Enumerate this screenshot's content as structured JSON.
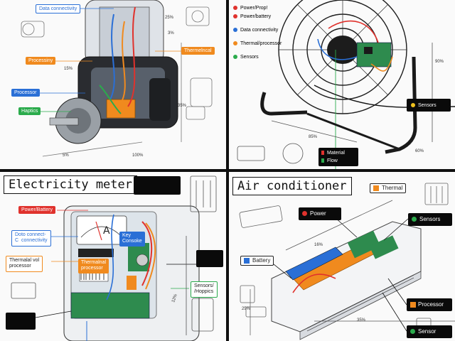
{
  "panel1": {
    "data_connectivity": "Data connectivity",
    "thermal": "Thermelncal",
    "processing": "Processiny",
    "processor": "Processor",
    "haptics": "Haptics",
    "dims": [
      "15%",
      "5%",
      "100%",
      "3%",
      "35%",
      "25%"
    ]
  },
  "panel2": {
    "legend": [
      {
        "label": "Power/Prop!",
        "color": "#e0322d"
      },
      {
        "label": "Power/battery",
        "color": "#e0322d"
      },
      {
        "label": "Data connectivity",
        "color": "#2a6fd6"
      },
      {
        "label": "Thermal/processor",
        "color": "#f08a1e"
      },
      {
        "label": "Sensors",
        "color": "#2bab4c"
      }
    ],
    "sensors": "Sensors",
    "material": "Material",
    "flow": "Flow",
    "dims": [
      "85%",
      "60%",
      "90%"
    ]
  },
  "panel3": {
    "title": "Electricity meter",
    "power_battery": "Power/Battery",
    "data_connect": "Doto connect-\nC  connectivity",
    "thermal_processor": "Thermalal vol\nprocessor",
    "key_console": "Key\nConsoke",
    "thermal_on_device": "Thermalnal\nprocessor",
    "sensors_hoppics": "Sensors/\n/Hoppics",
    "meter_glyph": "A",
    "dims": [
      "12%"
    ]
  },
  "panel4": {
    "title": "Air conditioner",
    "thermal": "Thermal",
    "power": "Power",
    "sensors": "Sensors",
    "battery": "Battery",
    "processor": "Processor",
    "sensor": "Sensor",
    "dims": [
      "16%",
      "25%",
      "35%"
    ]
  },
  "colors": {
    "red": "#e0322d",
    "blue": "#2a6fd6",
    "orange": "#f08a1e",
    "green": "#2bab4c",
    "black": "#0a0a0a"
  }
}
